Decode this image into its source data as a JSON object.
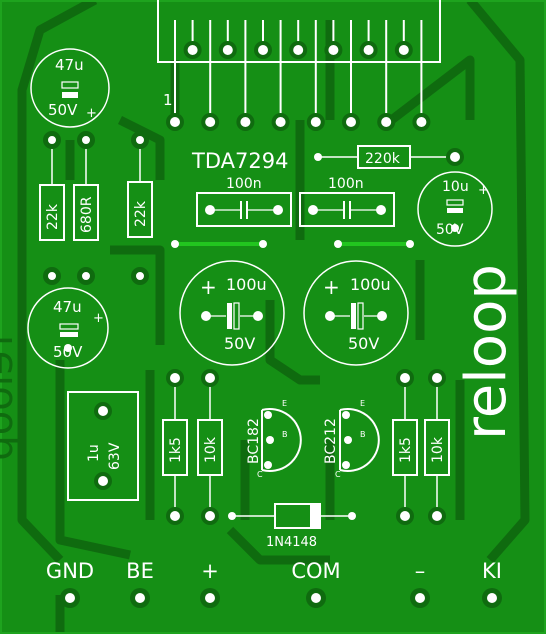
{
  "board": {
    "ic_label": "TDA7294",
    "pin1_label": "1",
    "brand": "reloop",
    "brand_mirrored": "reloop"
  },
  "caps": {
    "c_top_left": {
      "value": "47u",
      "voltage": "50V",
      "plus": "+"
    },
    "c_right_small": {
      "value": "10u",
      "voltage": "50V",
      "plus": "+"
    },
    "c_left_mid": {
      "value": "47u",
      "voltage": "50V",
      "plus": "+"
    },
    "c_big_left": {
      "value": "100u",
      "voltage": "50V",
      "plus": "+"
    },
    "c_big_right": {
      "value": "100u",
      "voltage": "50V",
      "plus": "+"
    },
    "c_film_left": {
      "value": "100n"
    },
    "c_film_right": {
      "value": "100n"
    },
    "c_box": {
      "value": "1u",
      "voltage": "63V"
    }
  },
  "resistors": {
    "r_22k_a": "22k",
    "r_680r": "680R",
    "r_22k_b": "22k",
    "r_220k": "220k",
    "r_1k5_a": "1k5",
    "r_10k_a": "10k",
    "r_1k5_b": "1k5",
    "r_10k_b": "10k"
  },
  "transistors": {
    "q1": {
      "name": "BC182",
      "pins": [
        "E",
        "B",
        "C"
      ]
    },
    "q2": {
      "name": "BC212",
      "pins": [
        "E",
        "B",
        "C"
      ]
    }
  },
  "diode": {
    "name": "1N4148"
  },
  "terminals": [
    "GND",
    "BE",
    "+",
    "COM",
    "–",
    "KI"
  ],
  "colors": {
    "board": "#158f15",
    "copper": "#0f6b0f",
    "silk": "#ffffff",
    "jumper": "#22c51f"
  }
}
